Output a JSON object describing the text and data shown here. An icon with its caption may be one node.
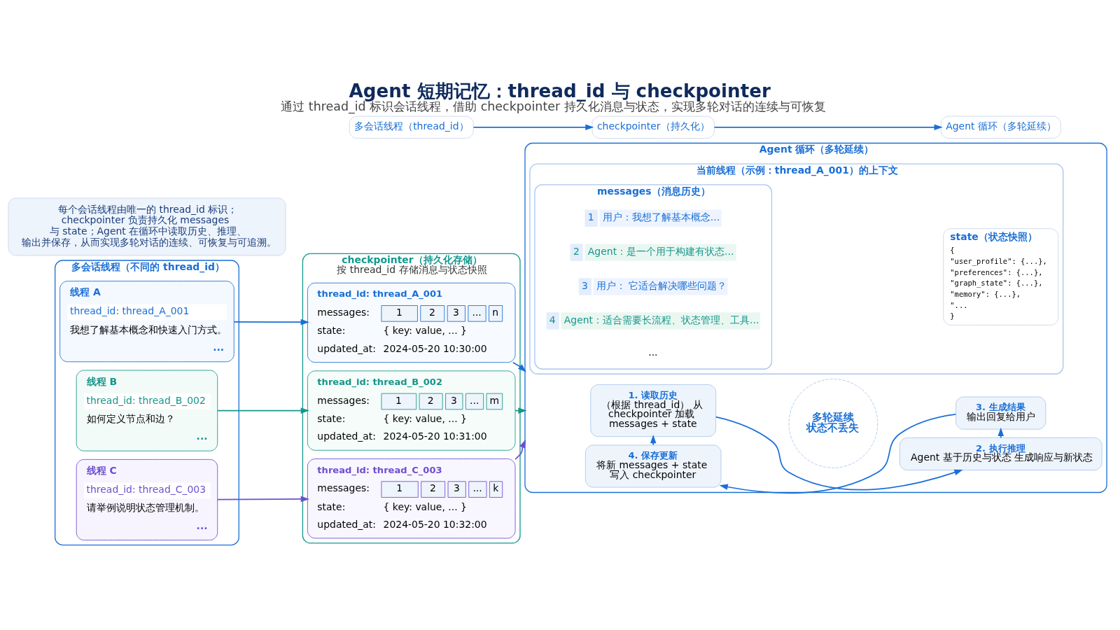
{
  "diagram": {
    "title": "Agent 短期记忆：thread_id 与 checkpointer",
    "caption": "通过 thread_id 标识会话线程，借助 checkpointer 持久化消息与状态，实现多轮对话的连续与可恢复",
    "nodes": [
      {
        "text": [
          "多会话线程（不同的 thread_id）"
        ]
      },
      {
        "text": [
          "线程 A",
          "thread_id: thread_A_001",
          "我想了解基本概念和快速入门方式。",
          "..."
        ],
        "in": 0
      },
      {
        "text": [
          "线程 B",
          "thread_id: thread_B_002",
          "如何定义节点和边？",
          "..."
        ],
        "in": 0
      },
      {
        "text": [
          "线程 C",
          "thread_id: thread_C_003",
          "请举例说明状态管理机制。",
          "..."
        ],
        "in": 0
      },
      {
        "text": [
          "checkpointer（持久化存储）",
          "按 thread_id 存储消息与状态快照"
        ]
      },
      {
        "text": [
          "thread_id: thread_A_001",
          "messages:",
          "1",
          "2",
          "3",
          "...",
          "n",
          "state:",
          "{ key: value, ... }",
          "updated_at:",
          "2024-05-20 10:30:00"
        ],
        "in": 4
      },
      {
        "text": [
          "thread_id: thread_B_002",
          "messages:",
          "1",
          "2",
          "3",
          "...",
          "m",
          "state:",
          "{ key: value, ... }",
          "updated_at:",
          "2024-05-20 10:31:00"
        ],
        "in": 4
      },
      {
        "text": [
          "thread_id: thread_C_003",
          "messages:",
          "1",
          "2",
          "3",
          "...",
          "k",
          "state:",
          "{ key: value, ... }",
          "updated_at:",
          "2024-05-20 10:32:00"
        ],
        "in": 4
      },
      {
        "text": [
          "Agent 循环（多轮延续）"
        ]
      },
      {
        "text": [
          "1. 读取历史",
          "（根据 thread_id） 从 checkpointer 加载 messages + state"
        ],
        "in": 8
      },
      {
        "text": [
          "2. 执行推理",
          "Agent 基于历史与状态 生成响应与新状态"
        ],
        "in": 8
      },
      {
        "text": [
          "3. 生成结果",
          "输出回复给用户"
        ],
        "in": 8
      },
      {
        "text": [
          "4. 保存更新",
          "将新 messages + state 写入 checkpointer"
        ],
        "in": 8
      },
      {
        "text": [
          "多轮延续",
          "状态不丢失"
        ],
        "in": 8
      },
      {
        "text": [
          "当前线程（示例：thread_A_001）的上下文"
        ],
        "in": 8
      },
      {
        "text": [
          "messages（消息历史）"
        ],
        "in": 14
      },
      {
        "text": [
          "1",
          "用户：我想了解基本概念..."
        ],
        "in": 15
      },
      {
        "text": [
          "2",
          "Agent：是一个用于构建有状态..."
        ],
        "in": 15
      },
      {
        "text": [
          "3",
          "用户： 它适合解决哪些问题？"
        ],
        "in": 15
      },
      {
        "text": [
          "4",
          "Agent：适合需要长流程、状态管理、工具..."
        ],
        "in": 15
      },
      {
        "text": [
          "state（状态快照）",
          "{",
          "\"user_profile\": {...},",
          "\"preferences\": {...},",
          "\"graph_state\": {...},",
          "\"memory\": {...},",
          "\"...",
          "}"
        ],
        "in": 14
      },
      {
        "text": [
          "每个会话线程由唯一的 thread_id 标识；checkpointer 负责持久化 messages 与 state；Agent 在循环中读取历史、推理、输出并保存，从而实现多轮对话的连续、可恢复与可追溯。"
        ]
      },
      {
        "text": [
          "多会话线程（thread_id）"
        ]
      },
      {
        "text": [
          "checkpointer（持久化）"
        ]
      },
      {
        "text": [
          "Agent 循环（多轮延续）"
        ]
      }
    ],
    "edges": [
      {
        "from": 1,
        "to": 5,
        "arrow": "to"
      },
      {
        "from": 2,
        "to": 6,
        "arrow": "to",
        "color": "#16968a"
      },
      {
        "from": 3,
        "to": 7,
        "arrow": "to",
        "color": "#6e4fd0"
      },
      {
        "from": 5,
        "to": 8,
        "arrow": "to"
      },
      {
        "from": 6,
        "to": 8,
        "arrow": "to",
        "color": "#16968a"
      },
      {
        "from": 7,
        "to": 8,
        "arrow": "to",
        "color": "#6e4fd0"
      },
      {
        "from": 9,
        "to": 10,
        "arrow": "to"
      },
      {
        "from": 10,
        "to": 11,
        "arrow": "to"
      },
      {
        "from": 11,
        "to": 12,
        "arrow": "to"
      },
      {
        "from": 12,
        "to": 9,
        "arrow": "to"
      },
      {
        "from": 22,
        "to": 23,
        "arrow": "to"
      },
      {
        "from": 23,
        "to": 24,
        "arrow": "to"
      }
    ],
    "labels": [
      "..."
    ]
  }
}
